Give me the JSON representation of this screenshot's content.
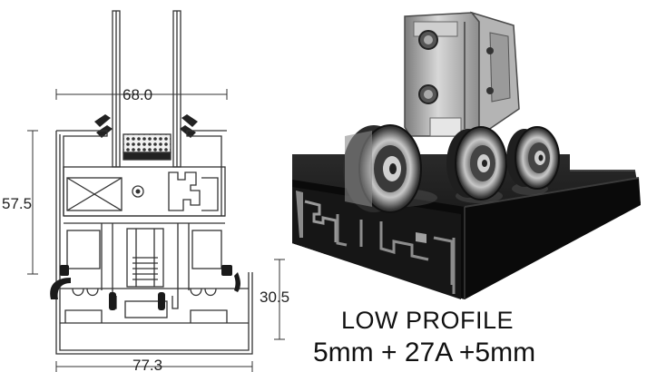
{
  "drawing": {
    "dim_width_top": "68.0",
    "dim_height_left": "57.5",
    "dim_height_right": "30.5",
    "dim_width_bottom": "77.3"
  },
  "caption": {
    "line1": "LOW PROFILE",
    "line2": "5mm + 27A +5mm"
  },
  "colors": {
    "line": "#333333",
    "rail": "#0c0c0c",
    "metal": "#9a9a9a"
  }
}
